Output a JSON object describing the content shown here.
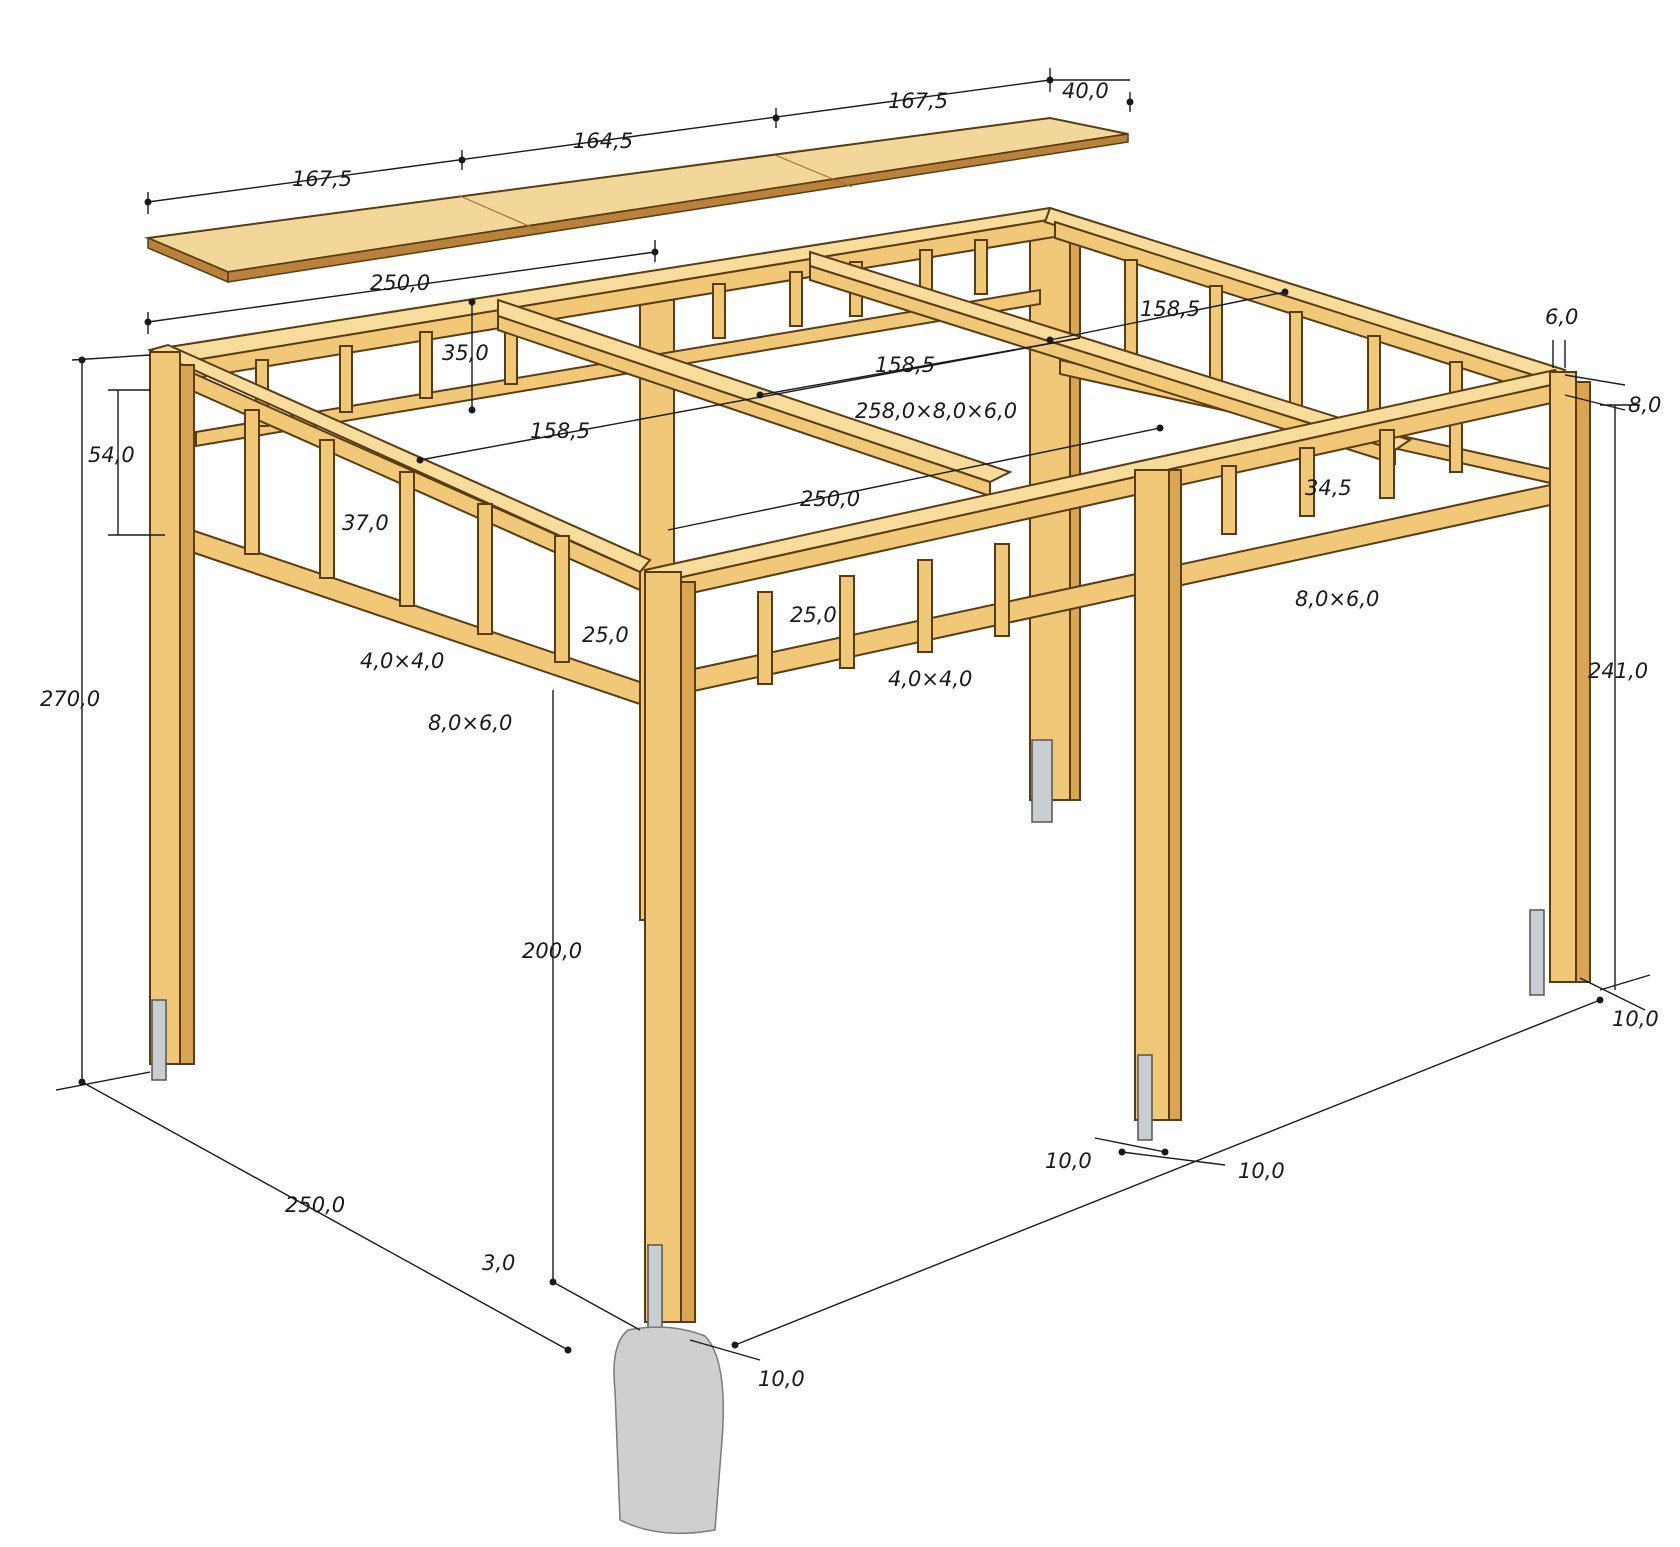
{
  "labels": {
    "roof_a": "167,5",
    "roof_b": "164,5",
    "roof_c": "167,5",
    "roof_thick": "40,0",
    "top_span": "250,0",
    "rail_35": "35,0",
    "side_54": "54,0",
    "front_158": "158,5",
    "mid_158": "158,5",
    "back_158": "158,5",
    "beam_258": "258,0×8,0×6,0",
    "span_250_mid": "250,0",
    "gap_37": "37,0",
    "gap_345": "34,5",
    "rail_25_left": "25,0",
    "rail_25_front": "25,0",
    "slat_44_left": "4,0×4,0",
    "slat_44_front": "4,0×4,0",
    "rail_86_left": "8,0×6,0",
    "rail_86_right": "8,0×6,0",
    "height_270": "270,0",
    "height_241": "241,0",
    "height_200": "200,0",
    "top_6": "6,0",
    "top_8": "8,0",
    "base_250": "250,0",
    "base_3": "3,0",
    "post_10_a": "10,0",
    "post_10_b": "10,0",
    "post_10_c": "10,0",
    "post_10_d": "10,0"
  },
  "colors": {
    "wood_face": "#f0c878",
    "wood_shadow": "#d9a552",
    "wood_outline": "#5a3c12",
    "steel": "#c9ced3",
    "ink": "#1a1a1a"
  }
}
